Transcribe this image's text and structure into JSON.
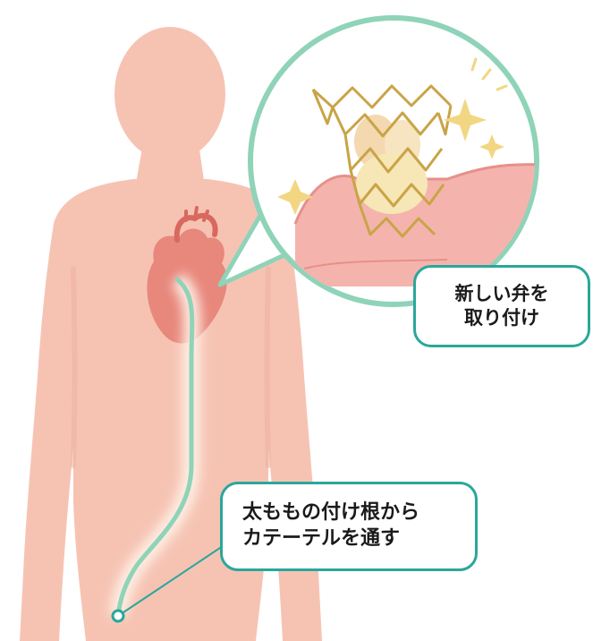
{
  "callouts": {
    "valve": {
      "line1": "新しい弁を",
      "line2": "取り付け"
    },
    "catheter": {
      "line1": "太ももの付け根から",
      "line2": "カテーテルを通す"
    }
  },
  "colors": {
    "skin": "#f6c3b3",
    "skin_shadow": "#efb3a0",
    "heart": "#e8877c",
    "catheter": "#8fd3b8",
    "callout_border": "#2aa79b",
    "zoom_border": "#8fd3b8",
    "vessel": "#f0a9a3",
    "stent": "#c9a446",
    "sparkle": "#f2d682"
  }
}
